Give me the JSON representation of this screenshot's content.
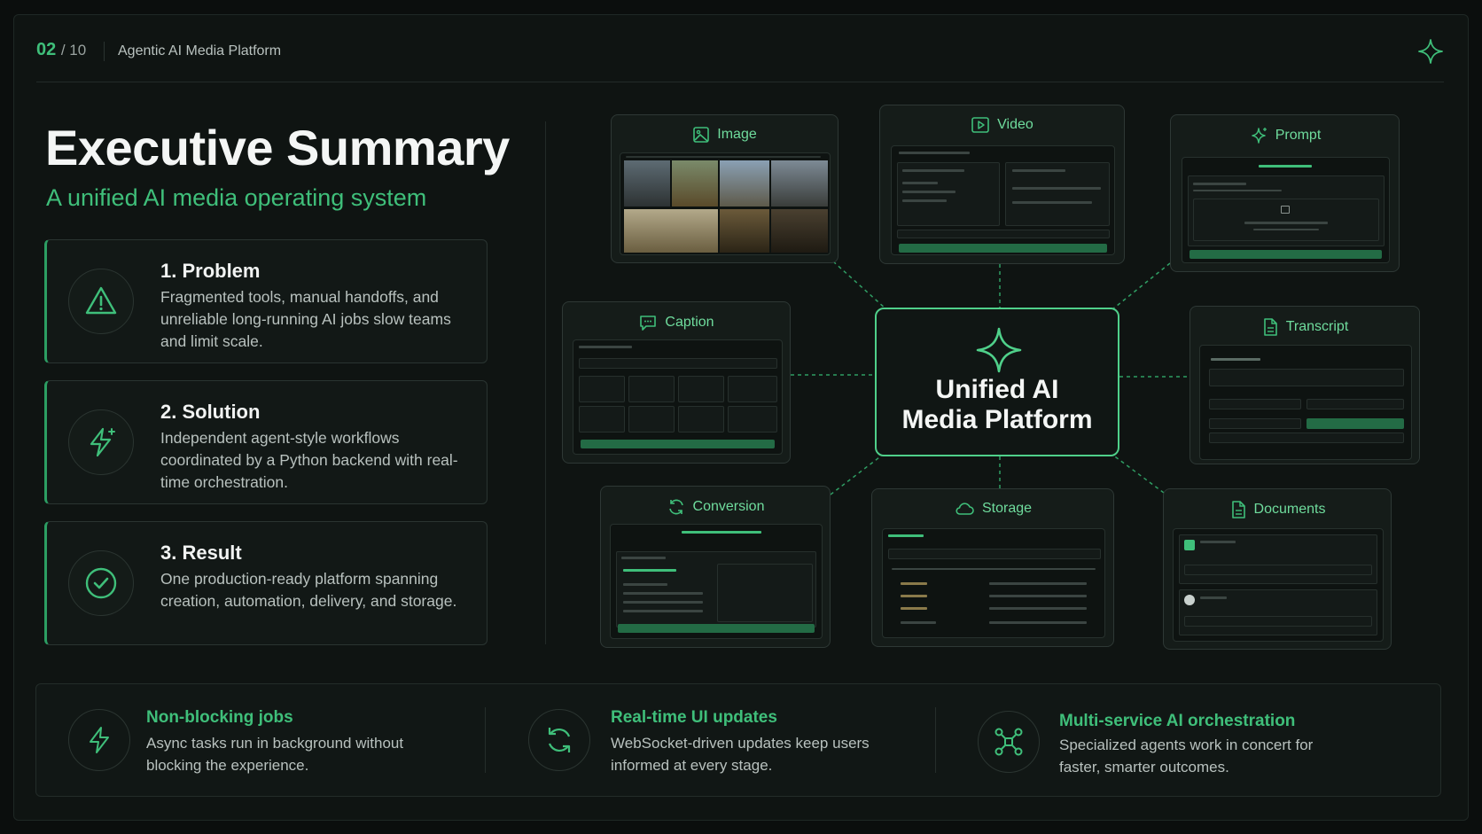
{
  "header": {
    "page_current": "02",
    "page_total": "/ 10",
    "deck_title": "Agentic AI Media Platform"
  },
  "title": "Executive Summary",
  "subtitle": "A unified AI media operating system",
  "cards": [
    {
      "heading": "1. Problem",
      "body": "Fragmented tools, manual handoffs, and unreliable long-running AI jobs slow teams and limit scale.",
      "icon": "warning-icon"
    },
    {
      "heading": "2. Solution",
      "body": "Independent agent-style workflows coordinated by a Python backend with real-time orchestration.",
      "icon": "lightning-sparkle-icon"
    },
    {
      "heading": "3. Result",
      "body": "One production-ready platform spanning creation, automation, delivery, and storage.",
      "icon": "check-circle-icon"
    }
  ],
  "hub": {
    "line1": "Unified AI",
    "line2": "Media Platform"
  },
  "modules": {
    "image": "Image",
    "video": "Video",
    "prompt": "Prompt",
    "caption": "Caption",
    "transcript": "Transcript",
    "conversion": "Conversion",
    "storage": "Storage",
    "documents": "Documents"
  },
  "features": [
    {
      "title": "Non-blocking jobs",
      "body": "Async tasks run in background without blocking the experience.",
      "icon": "lightning-icon"
    },
    {
      "title": "Real-time UI updates",
      "body": "WebSocket-driven updates keep users informed at every stage.",
      "icon": "refresh-icon"
    },
    {
      "title": "Multi-service AI orchestration",
      "body": "Specialized agents work in concert for faster, smarter outcomes.",
      "icon": "network-icon"
    }
  ],
  "colors": {
    "accent": "#3fbf7a",
    "background": "#0f1412",
    "hub_border": "#4fd08a"
  }
}
